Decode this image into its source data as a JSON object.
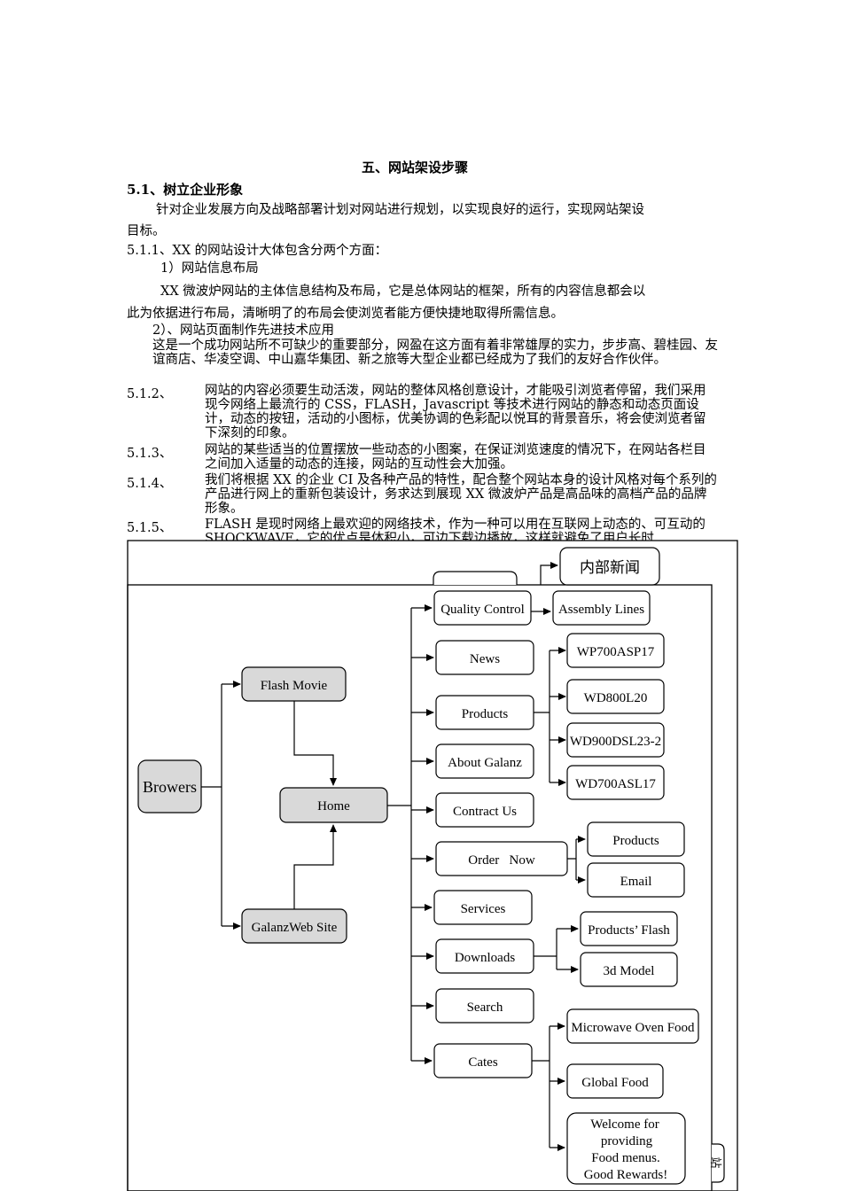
{
  "section_title": "五、网站架设步骤",
  "sub_heading": "5.1、树立企业形象",
  "intro_line1": "针对企业发展方向及战略部署计划对网站进行规划，以实现良好的运行，实现网站架设",
  "intro_line2": "目标。",
  "item_511": "5.1.1、XX 的网站设计大体包含分两个方面：",
  "point1_title": "1）网站信息布局",
  "point1_line1": "XX 微波炉网站的主体信息结构及布局，它是总体网站的框架，所有的内容信息都会以",
  "point1_line2": "此为依据进行布局，清晰明了的布局会使浏览者能方便快捷地取得所需信息。",
  "point2_title": "2）、网站页面制作先进技术应用",
  "point2_body": "这是一个成功网站所不可缺少的重要部分，网盈在这方面有着非常雄厚的实力，步步高、碧桂园、友谊商店、华凌空调、中山嘉华集团、新之旅等大型企业都已经成为了我们的友好合作伙伴。",
  "item_512_num": "5.1.2、",
  "item_512_body": "网站的内容必须要生动活泼，网站的整体风格创意设计，才能吸引浏览者停留，我们采用现今网络上最流行的 CSS，FLASH，Javascript 等技术进行网站的静态和动态页面设计，动态的按钮，活动的小图标，优美协调的色彩配以悦耳的背景音乐，将会使浏览者留下深刻的印象。",
  "item_513_num": "5.1.3、",
  "item_513_body": "网站的某些适当的位置摆放一些动态的小图案，在保证浏览速度的情况下，在网站各栏目之间加入适量的动态的连接，网站的互动性会大加强。",
  "item_514_num": "5.1.4、",
  "item_514_body": "我们将根据 XX 的企业 CI 及各种产品的特性，配合整个网站本身的设计风格对每个系列的产品进行网上的重新包装设计，务求达到展现 XX 微波炉产品是高品味的高档产品的品牌形象。",
  "item_515_num": "5.1.5、",
  "item_515_body": "FLASH 是现时网络上最欢迎的网络技术，作为一种可以用在互联网上动态的、可互动的 SHOCKWAVE，它的优点是体积小，可边下载边播放，这样就避免了用户长时",
  "diagram": {
    "internal_news": "内部新闻",
    "browers": "Browers",
    "flash_movie": "Flash Movie",
    "home": "Home",
    "galanz_site": "GalanzWeb Site",
    "quality_control": "Quality Control",
    "assembly_lines": "Assembly Lines",
    "news": "News",
    "products": "Products",
    "about": "About Galanz",
    "contact": "Contract Us",
    "order_now": "Order   Now",
    "services": "Services",
    "downloads": "Downloads",
    "search": "Search",
    "cates": "Cates",
    "wp700": "WP700ASP17",
    "wd800": "WD800L20",
    "wd900": "WD900DSL23-2",
    "wd700": "WD700ASL17",
    "order_products": "Products",
    "order_email": "Email",
    "products_flash": "Products’ Flash",
    "model_3d": "3d Model",
    "microwave_food": "Microwave Oven Food",
    "global_food": "Global Food",
    "welcome_1": "Welcome for",
    "welcome_2": "providing",
    "welcome_3": "Food menus.",
    "welcome_4": "Good Rewards!",
    "side_char": "站"
  }
}
